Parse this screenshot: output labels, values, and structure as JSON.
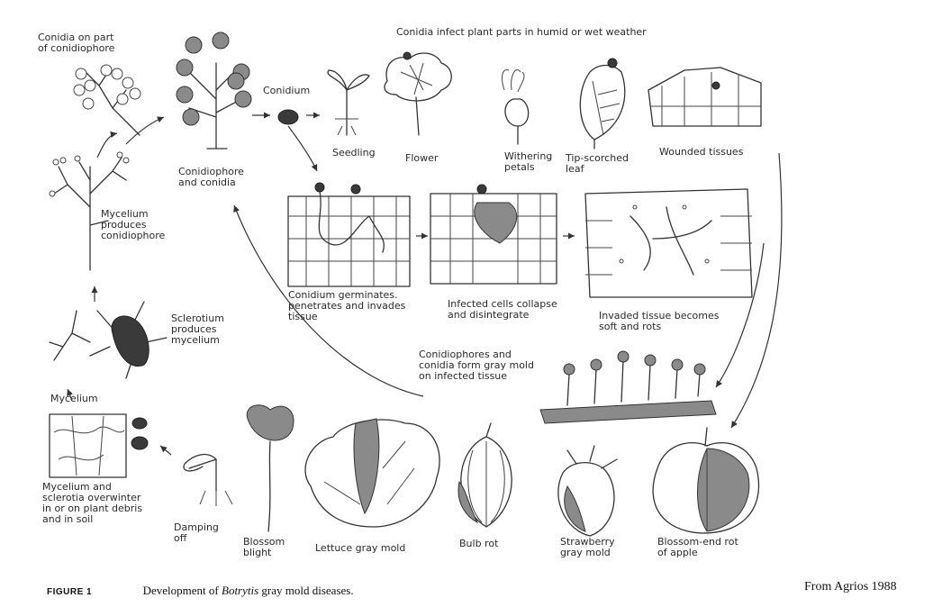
{
  "labels": {
    "conidia_on_part": "Conidia on part\nof conidiophore",
    "conidia_infect": "Conidia infect plant parts in humid or wet weather",
    "conidium": "Conidium",
    "seedling": "Seedling",
    "flower": "Flower",
    "withering_petals": "Withering\npetals",
    "tip_scorched_leaf": "Tip-scorched\nleaf",
    "wounded_tissues": "Wounded tissues",
    "conidiophore_and_conidia": "Conidiophore\nand conidia",
    "mycelium_produces": "Mycelium\nproduces\nconidiophore",
    "conidium_germinates": "Conidium germinates.\npenetrates and invades\ntissue",
    "infected_cells": "Infected cells collapse\nand disintegrate",
    "invaded_tissue": "Invaded tissue becomes\nsoft and rots",
    "sclerotium_produces": "Sclerotium\nproduces\nmycelium",
    "conidiophores_form": "Conidiophores and\nconidia form gray mold\non infected tissue",
    "mycelium": "Mycelium",
    "mycelium_overwinter": "Mycelium and\nsclerotia overwinter\nin or on plant debris\nand in soil",
    "damping_off": "Damping\noff",
    "blossom_blight": "Blossom\nblight",
    "lettuce_gray_mold": "Lettuce gray mold",
    "bulb_rot": "Bulb rot",
    "strawberry_gray_mold": "Strawberry\ngray mold",
    "blossom_end_rot": "Blossom-end rot\nof apple"
  },
  "caption": {
    "figure_label": "FIGURE 1",
    "text_before": "Development of ",
    "text_italic": "Botrytis",
    "text_after": " gray mold diseases.",
    "credit": "From Agrios 1988"
  }
}
